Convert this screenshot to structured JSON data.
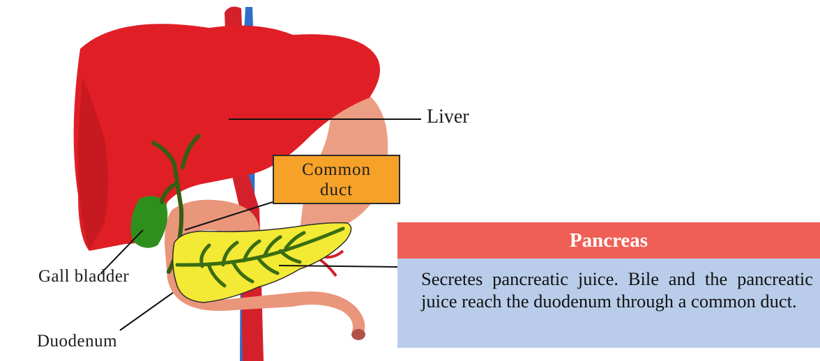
{
  "labels": {
    "liver": "Liver",
    "gall_bladder": "Gall bladder",
    "duodenum": "Duodenum",
    "common_duct_line1": "Common",
    "common_duct_line2": "duct"
  },
  "pancreas_box": {
    "title": "Pancreas",
    "description": "Secretes pancreatic juice. Bile and the pancreatic juice reach the duodenum through a common duct."
  },
  "colors": {
    "liver": "#e01e26",
    "gall_bladder": "#2f8f1c",
    "pancreas": "#f3ea35",
    "stomach": "#e9967a",
    "callout_box": "#f6a128",
    "pancreas_header": "#ef5f55",
    "pancreas_body": "#b9cdea",
    "vein": "#2f6fc9",
    "artery": "#d4202a"
  }
}
